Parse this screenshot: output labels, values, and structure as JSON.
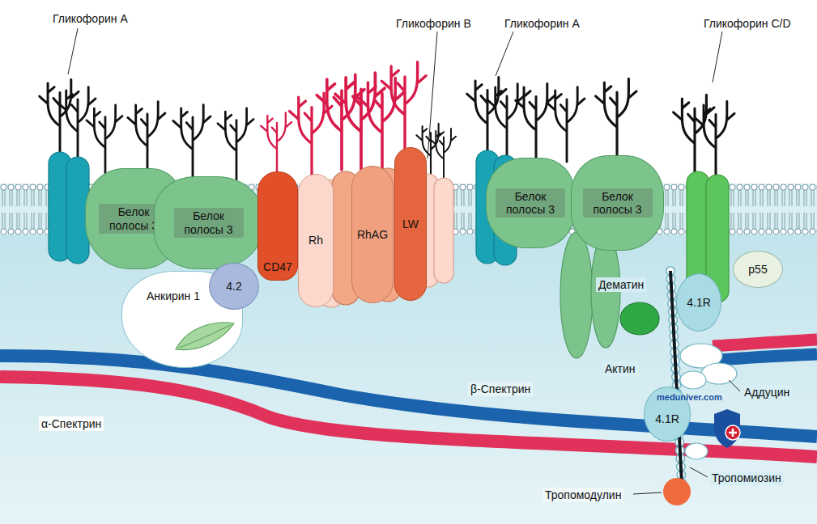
{
  "diagram": {
    "nodes": [
      {
        "text": [
          "Белок полосы 3"
        ]
      },
      {
        "text": [
          "Белок полосы 3"
        ]
      },
      {
        "text": [
          "CD47"
        ]
      },
      {
        "text": [
          "Rh"
        ]
      },
      {
        "text": [
          "RhAG"
        ]
      },
      {
        "text": [
          "LW"
        ]
      },
      {
        "text": [
          "Белок полосы 3"
        ]
      },
      {
        "text": [
          "Белок полосы 3"
        ]
      },
      {
        "text": [
          "p55"
        ]
      },
      {
        "text": [
          "Анкирин 1"
        ]
      },
      {
        "text": [
          "4.2"
        ]
      },
      {
        "text": [
          "4.1R"
        ]
      },
      {
        "text": [
          "4.1R"
        ]
      }
    ],
    "labels": [
      "Гликофорин А",
      "Гликофорин В",
      "Гликофорин А",
      "Гликофорин C/D",
      "Дематин",
      "Актин",
      "Аддуцин",
      "β-Спектрин",
      "α-Спектрин",
      "meduniver.com",
      "Тропомиозин",
      "Тропомодулин"
    ]
  }
}
